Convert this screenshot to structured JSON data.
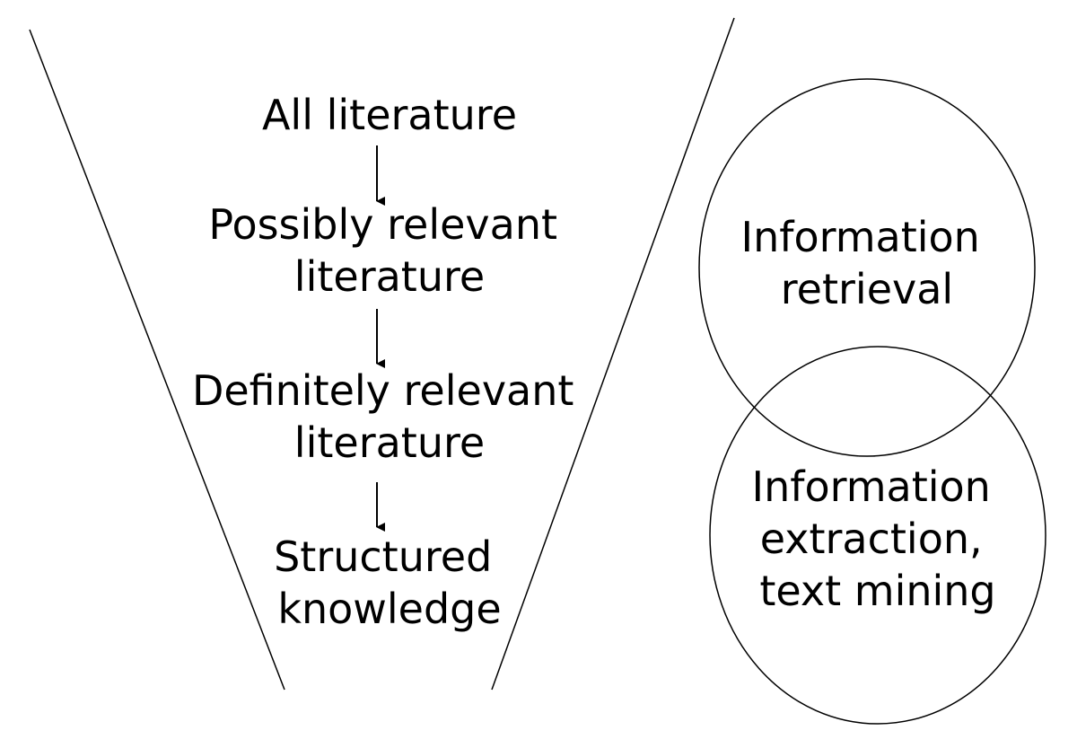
{
  "funnel": {
    "stages": [
      {
        "lines": [
          "All literature"
        ]
      },
      {
        "lines": [
          "Possibly relevant",
          "literature"
        ]
      },
      {
        "lines": [
          "Definitely relevant",
          "literature"
        ]
      },
      {
        "lines": [
          "Structured",
          "knowledge"
        ]
      }
    ]
  },
  "circles": {
    "retrieval": {
      "lines": [
        "Information",
        "retrieval"
      ]
    },
    "extraction": {
      "lines": [
        "Information",
        "extraction,",
        "text mining"
      ]
    }
  },
  "colors": {
    "stroke": "#000000",
    "background": "#ffffff"
  }
}
